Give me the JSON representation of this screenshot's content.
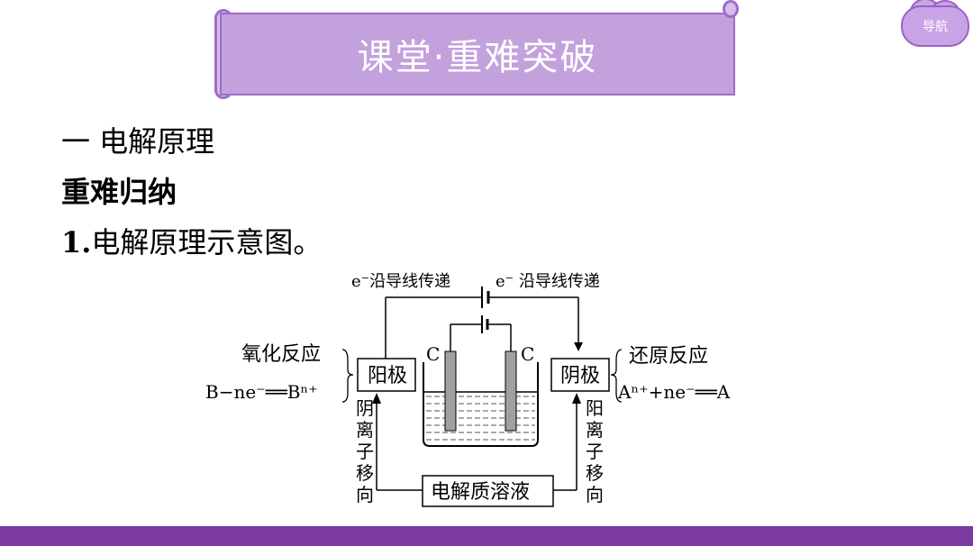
{
  "header": {
    "banner_title": "课堂·重难突破"
  },
  "nav": {
    "label": "导航"
  },
  "content": {
    "section_title": "一  电解原理",
    "sub_title": "重难归纳",
    "point_number": "1.",
    "point_title": "电解原理示意图。"
  },
  "diagram": {
    "top_left_label": "e⁻沿导线传递",
    "top_right_label": "e⁻ 沿导线传递",
    "left_reaction_name": "氧化反应",
    "left_equation": "B−ne⁻══Bⁿ⁺",
    "anode_label": "阳极",
    "cathode_label": "阴极",
    "right_reaction_name": "还原反应",
    "right_equation": "Aⁿ⁺+ne⁻══A",
    "left_electrode": "C",
    "right_electrode": "C",
    "left_ion_flow": [
      "阴",
      "离",
      "子",
      "移",
      "向"
    ],
    "right_ion_flow": [
      "阳",
      "离",
      "子",
      "移",
      "向"
    ],
    "electrolyte_label": "电解质溶液"
  },
  "colors": {
    "banner": "#c3a1dc",
    "banner_border": "#a06cc8",
    "footer": "#7a3aa2"
  }
}
